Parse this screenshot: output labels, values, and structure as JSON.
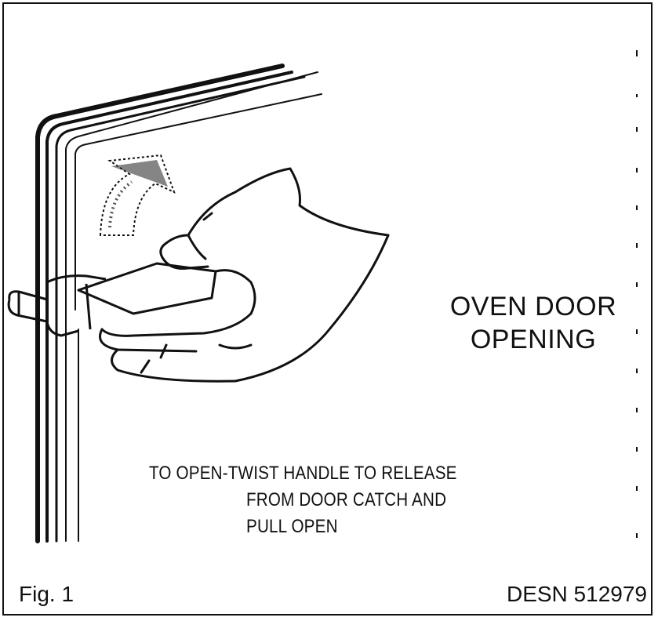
{
  "illustration": {
    "title_line1": "OVEN DOOR",
    "title_line2": "OPENING",
    "instruction_line1": "TO OPEN-TWIST HANDLE TO RELEASE",
    "instruction_line2": "FROM DOOR CATCH AND",
    "instruction_line3": "PULL OPEN"
  },
  "caption": {
    "figure_label": "Fig. 1",
    "design_number": "DESN 512979"
  },
  "colors": {
    "ink": "#111111",
    "background": "#ffffff"
  }
}
